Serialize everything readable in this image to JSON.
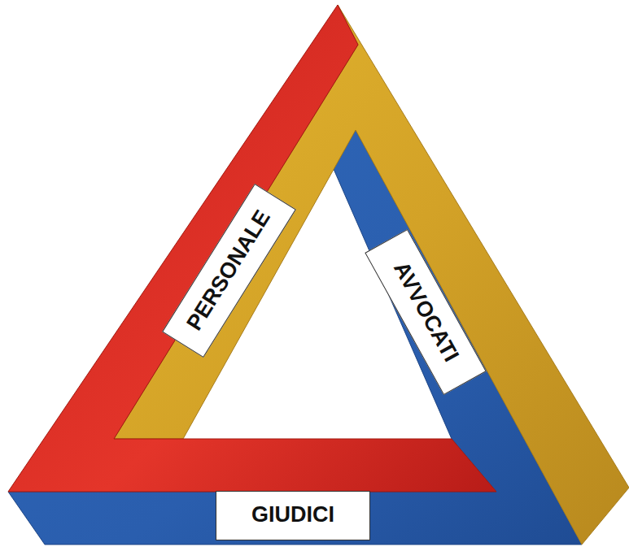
{
  "diagram": {
    "nodes": [
      {
        "text": [
          "PERSONALE"
        ]
      },
      {
        "text": [
          "AVVOCATI"
        ]
      },
      {
        "text": [
          "GIUDICI"
        ]
      }
    ]
  }
}
